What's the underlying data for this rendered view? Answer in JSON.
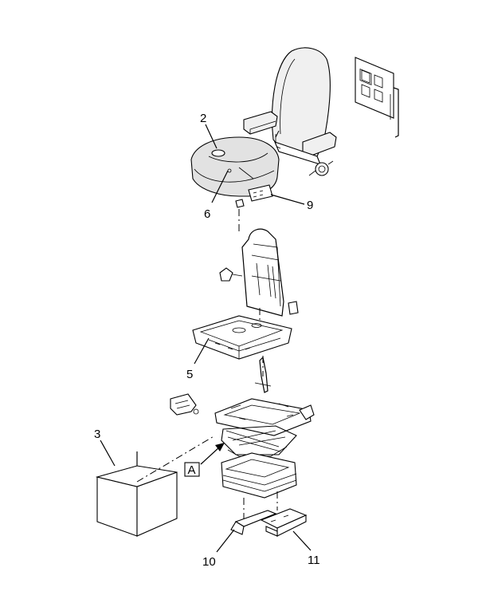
{
  "callouts": {
    "c2": "2",
    "c6": "6",
    "c9": "9",
    "c5": "5",
    "c3": "3",
    "c10": "10",
    "c11": "11",
    "detail_a": "A"
  }
}
